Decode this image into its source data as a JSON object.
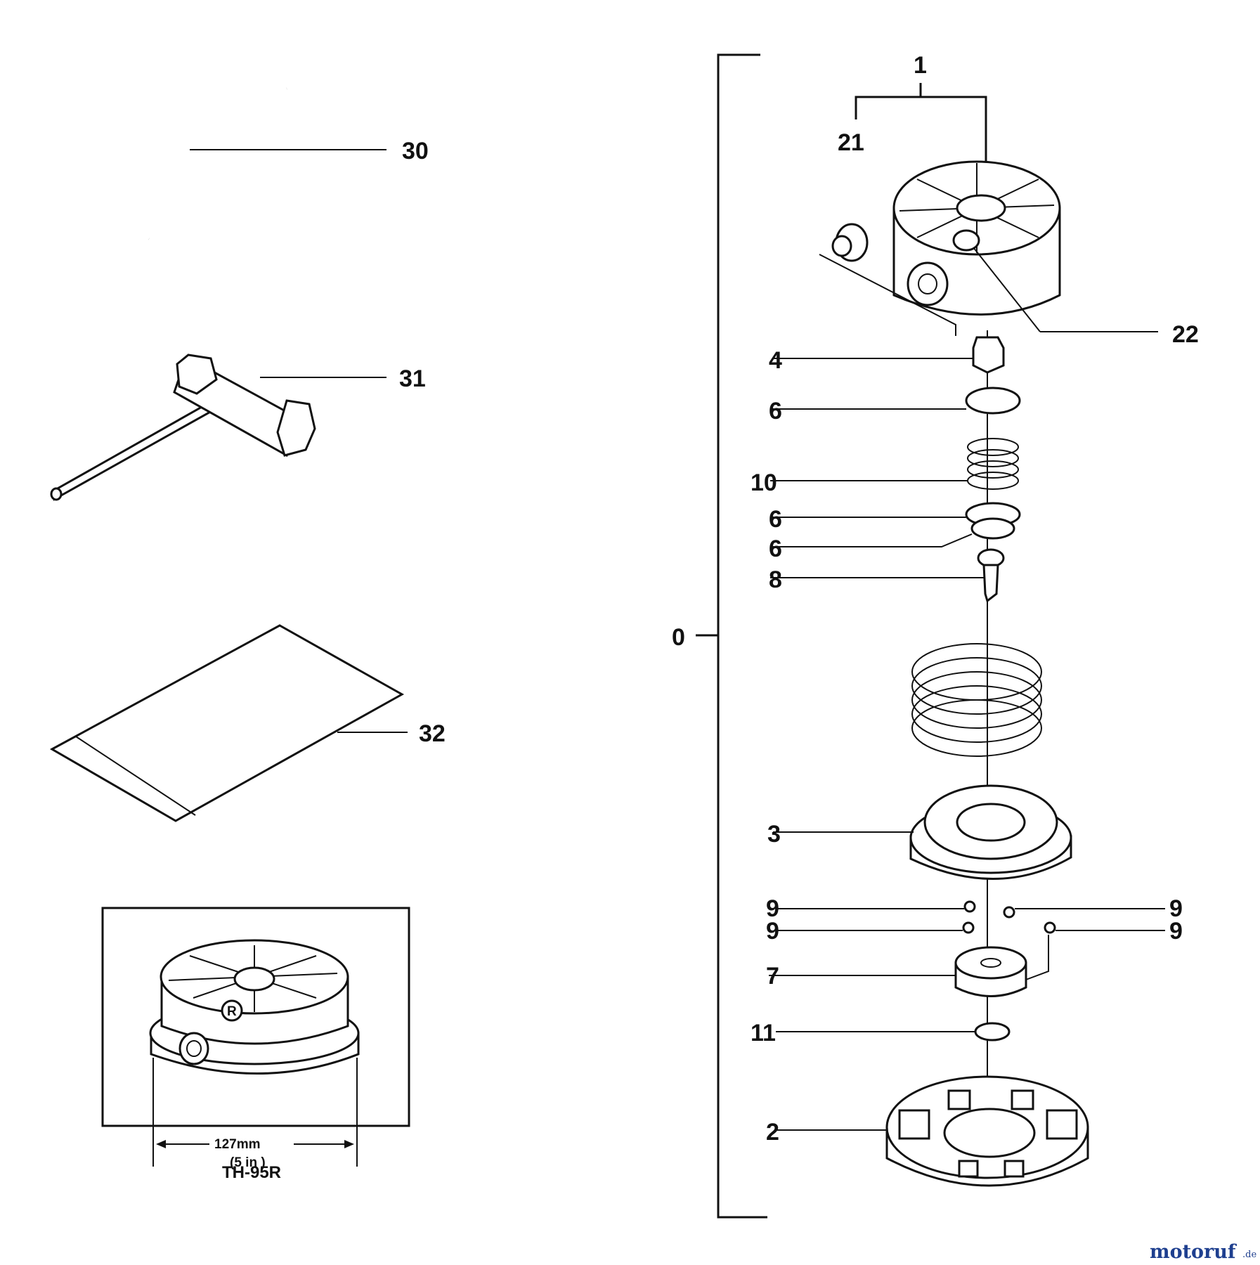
{
  "diagram": {
    "callouts": [
      "30",
      "31",
      "32",
      "21",
      "1",
      "22",
      "4",
      "6",
      "10",
      "6",
      "6",
      "8",
      "0",
      "3",
      "9",
      "9",
      "9",
      "9",
      "7",
      "11",
      "2"
    ],
    "inset": {
      "dimension_mm": "127mm",
      "dimension_in": "(5 in )",
      "badge_letter": "R",
      "caption": "TH-95R"
    }
  },
  "watermark": {
    "brand": "motoruf",
    "suffix": ".de",
    "color": "#1e3f8f"
  }
}
